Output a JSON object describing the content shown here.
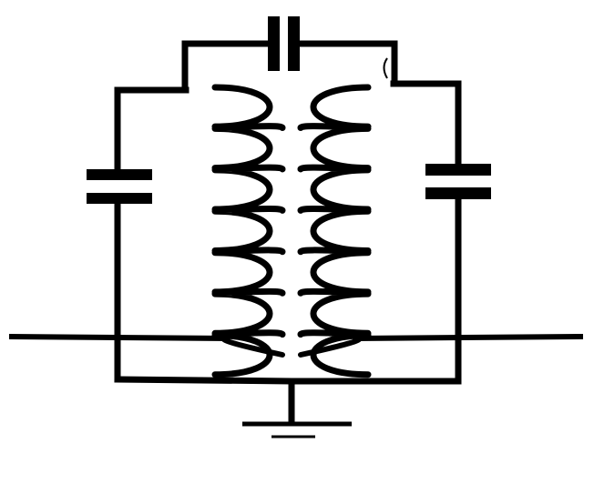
{
  "diagram": {
    "type": "circuit-schematic",
    "components": {
      "top_capacitor": {
        "kind": "capacitor",
        "orientation": "vertical-plates"
      },
      "left_capacitor": {
        "kind": "capacitor",
        "orientation": "horizontal-plates"
      },
      "right_capacitor": {
        "kind": "capacitor",
        "orientation": "horizontal-plates"
      },
      "left_inductor": {
        "kind": "inductor",
        "turns": 7
      },
      "right_inductor": {
        "kind": "inductor",
        "turns": 7
      },
      "ground": {
        "kind": "ground-symbol"
      },
      "signal_line": {
        "kind": "horizontal-wire"
      }
    },
    "colors": {
      "ink": "#000000",
      "background": "#ffffff"
    }
  }
}
